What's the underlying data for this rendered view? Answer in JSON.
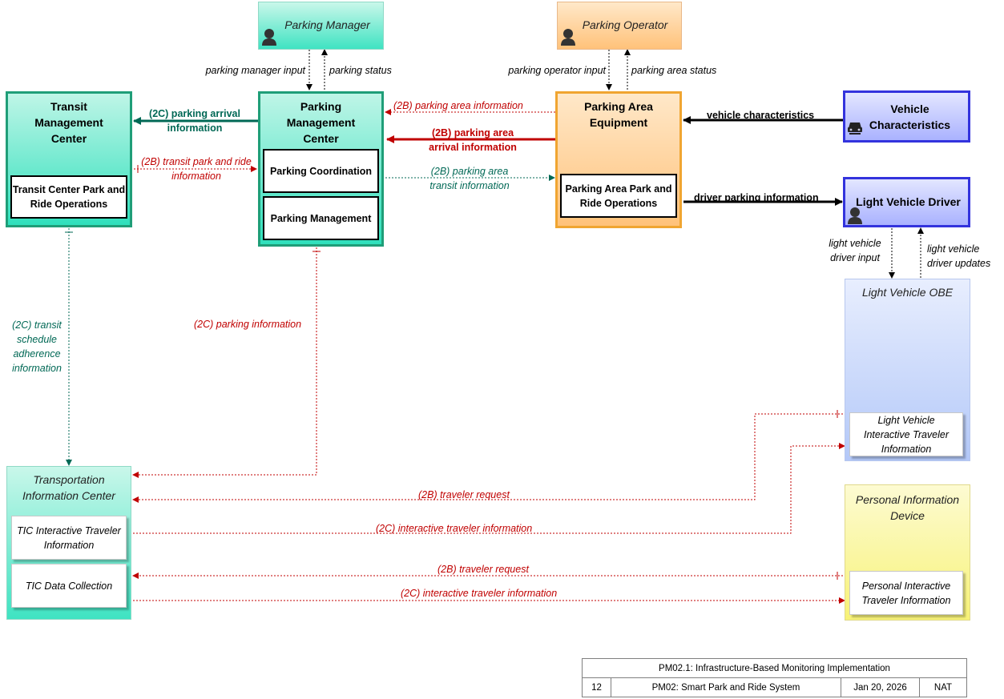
{
  "nodes": {
    "parking_manager": "Parking Manager",
    "parking_operator": "Parking Operator",
    "transit_mgmt": "Transit Management Center",
    "transit_mgmt_sub": "Transit Center Park and Ride Operations",
    "parking_mgmt": "Parking Management Center",
    "parking_mgmt_sub1": "Parking Coordination",
    "parking_mgmt_sub2": "Parking Management",
    "parking_area": "Parking Area Equipment",
    "parking_area_sub": "Parking Area Park and Ride Operations",
    "vehicle_char": "Vehicle Characteristics",
    "lv_driver": "Light Vehicle Driver",
    "lv_obe": "Light Vehicle OBE",
    "lv_obe_sub": "Light Vehicle Interactive Traveler Information",
    "tic": "Transportation Information Center",
    "tic_sub1": "TIC Interactive Traveler Information",
    "tic_sub2": "TIC Data Collection",
    "pid": "Personal Information Device",
    "pid_sub": "Personal Interactive Traveler Information"
  },
  "flows": {
    "pm_input": "parking manager input",
    "pm_status": "parking status",
    "po_input": "parking operator input",
    "po_status": "parking area status",
    "arrival_2c": "(2C) parking arrival information",
    "area_info_2b": "(2B) parking area information",
    "area_arrival_2b": "(2B) parking area arrival information",
    "vehicle_char": "vehicle characteristics",
    "transit_pr_2b": "(2B) transit park and ride information",
    "transit_info_2b": "(2B) parking area transit information",
    "driver_parking": "driver parking information",
    "lvd_input": "light vehicle driver input",
    "lvd_updates": "light vehicle driver updates",
    "schedule_2c": "(2C) transit schedule adherence information",
    "parking_info_2c": "(2C) parking information",
    "traveler_req_1": "(2B) traveler request",
    "interactive_1": "(2C) interactive traveler information",
    "traveler_req_2": "(2B) traveler request",
    "interactive_2": "(2C) interactive traveler information"
  },
  "footer": {
    "title": "PM02.1: Infrastructure-Based Monitoring Implementation",
    "page": "12",
    "name": "PM02: Smart Park and Ride System",
    "date": "Jan 20, 2026",
    "code": "NAT"
  },
  "colors": {
    "teal": "#2db38f",
    "orange": "#f0a531",
    "blue": "#3333dd",
    "red": "#c00000",
    "green": "#006855"
  }
}
